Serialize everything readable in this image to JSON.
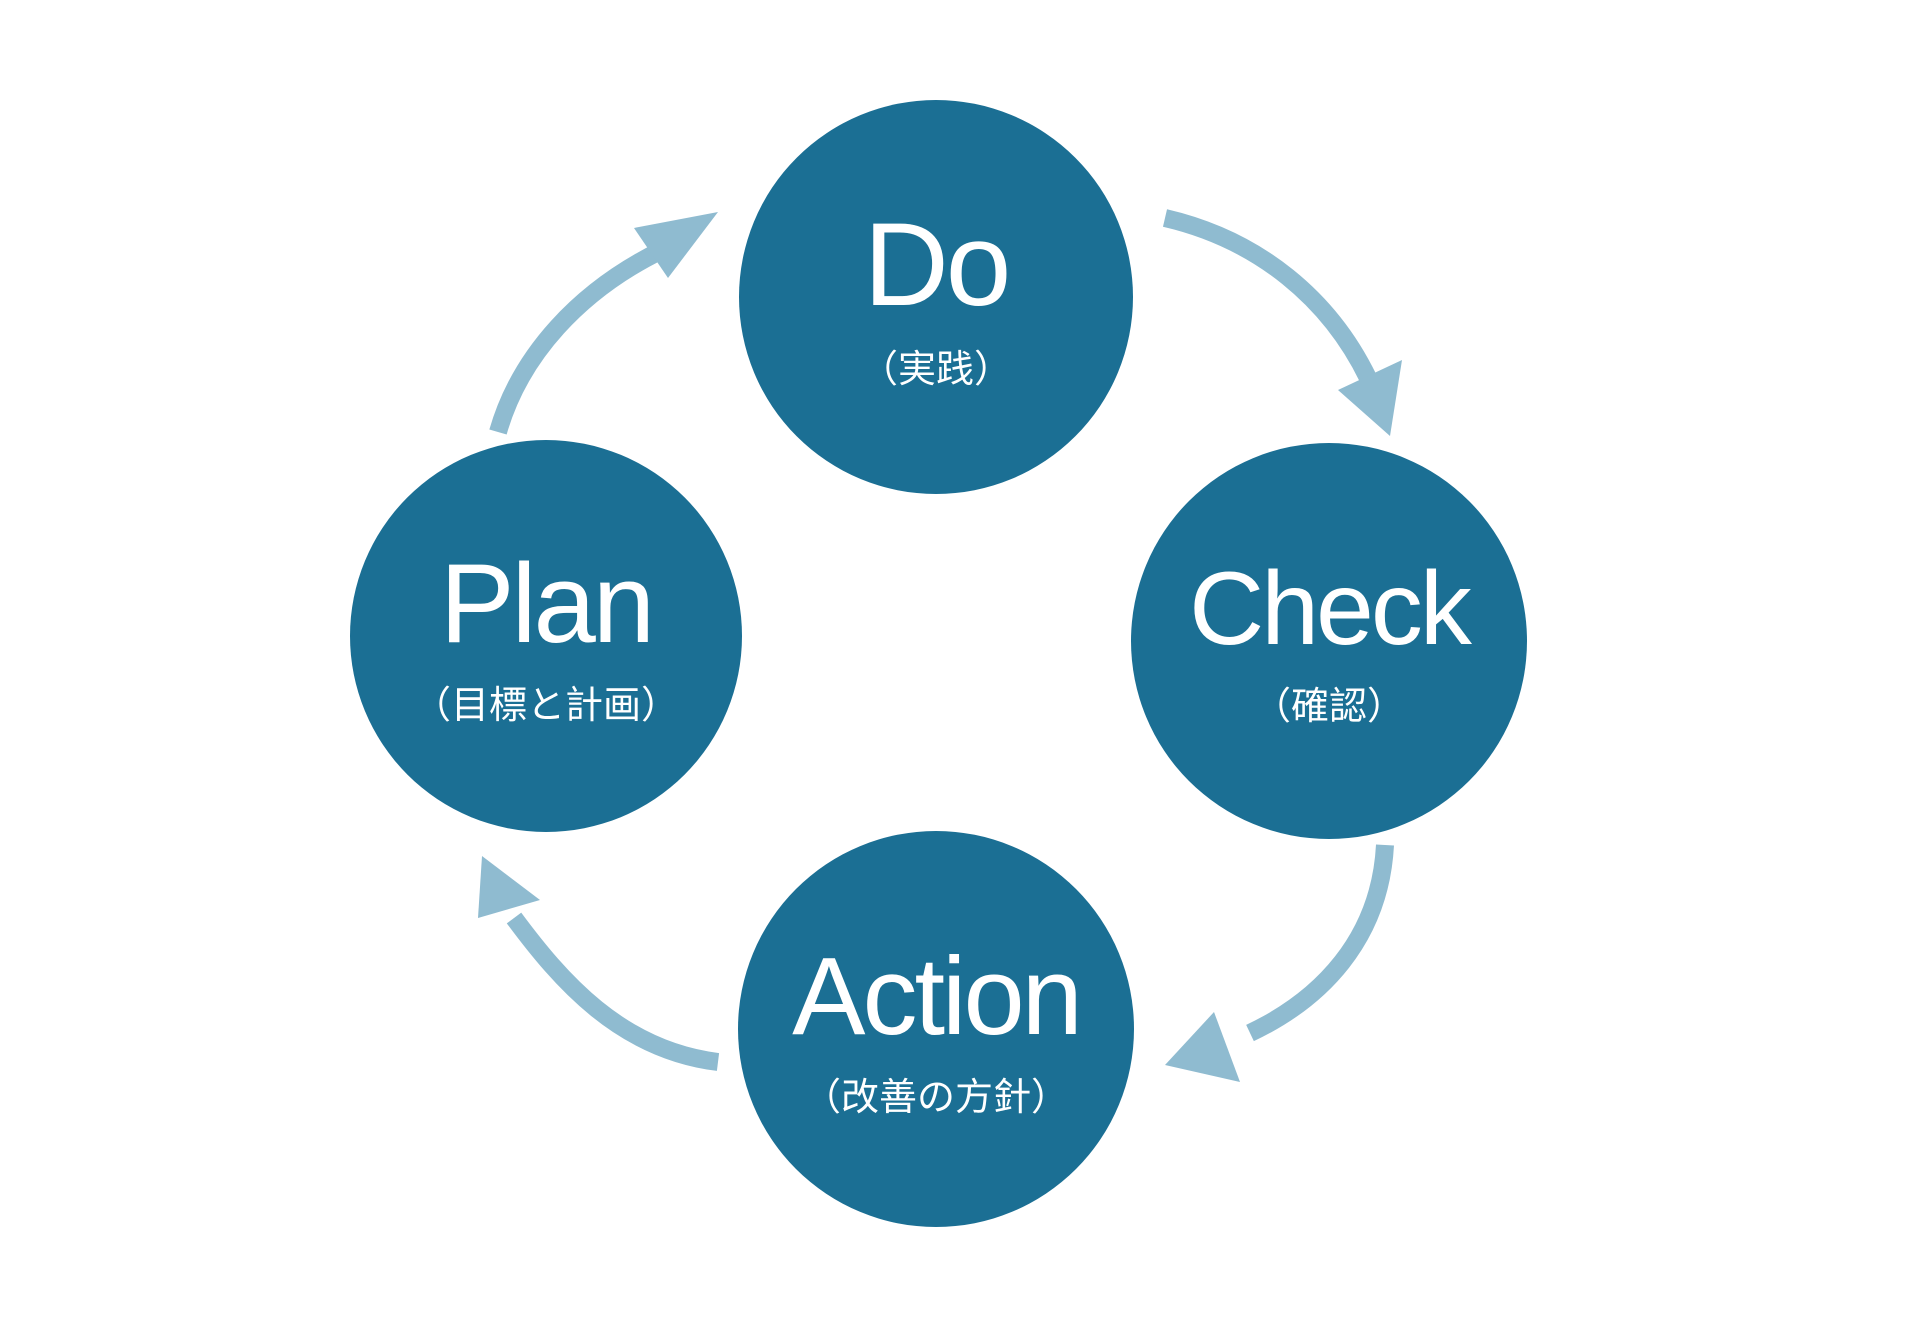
{
  "colors": {
    "node_fill": "#1b6f94",
    "arrow": "#8fbbd0",
    "text": "#ffffff",
    "background": "#ffffff"
  },
  "nodes": {
    "do": {
      "title": "Do",
      "subtitle": "（実践）"
    },
    "check": {
      "title": "Check",
      "subtitle": "（確認）"
    },
    "action": {
      "title": "Action",
      "subtitle": "（改善の方針）"
    },
    "plan": {
      "title": "Plan",
      "subtitle": "（目標と計画）"
    }
  },
  "cycle_order": [
    "plan",
    "do",
    "check",
    "action"
  ]
}
